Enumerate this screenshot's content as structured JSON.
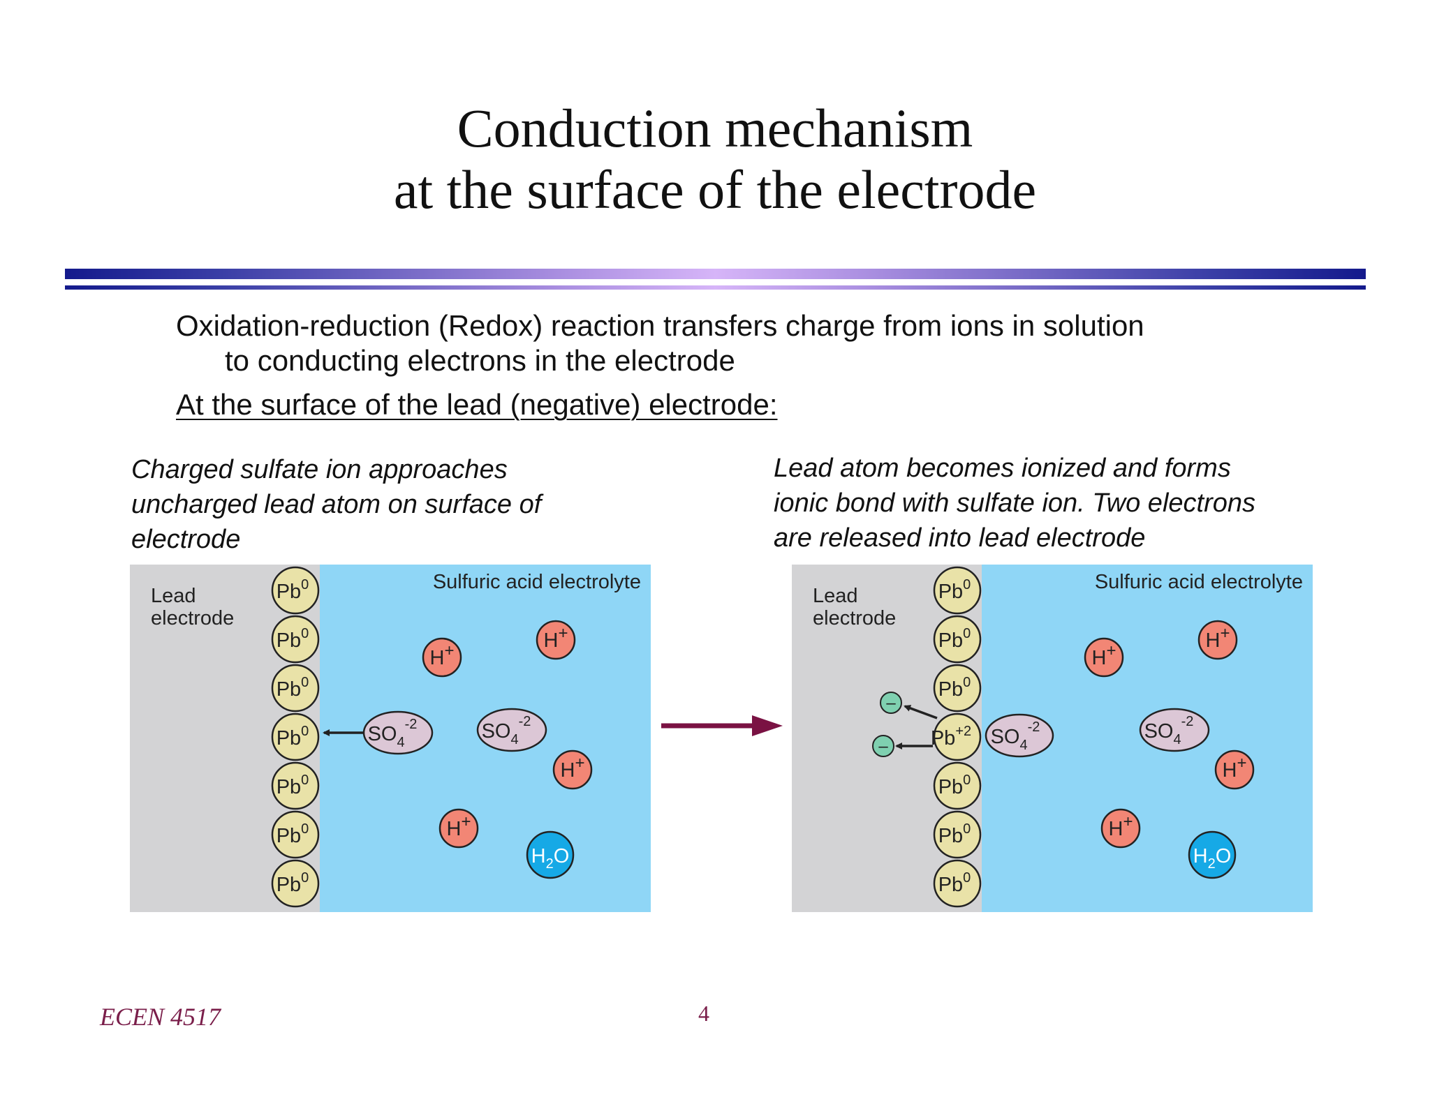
{
  "slide": {
    "title_line1": "Conduction mechanism",
    "title_line2": "at the surface of the electrode",
    "bullet1_line1": "Oxidation-reduction (Redox) reaction transfers charge from ions in solution",
    "bullet1_line2": "to conducting electrons in the electrode",
    "bullet2": "At the surface of the lead (negative) electrode:",
    "caption_left": [
      "Charged sulfate ion approaches",
      "uncharged lead atom on surface of",
      "electrode"
    ],
    "caption_right": [
      "Lead atom becomes ionized and forms",
      "ionic bond with sulfate ion. Two electrons",
      "are released into lead electrode"
    ],
    "footer_course": "ECEN 4517",
    "footer_page": "4"
  },
  "diagram": {
    "electrode_label_line1": "Lead",
    "electrode_label_line2": "electrode",
    "electrolyte_label": "Sulfuric acid electrolyte",
    "pb": "Pb",
    "pb_neutral_sup": "0",
    "pb_ion_sup": "+2",
    "h": "H",
    "h_sup": "+",
    "so4": "SO",
    "so4_sub": "4",
    "so4_sup": "-2",
    "water_h": "H",
    "water_sub": "2",
    "water_o": "O",
    "electron": "–",
    "colors": {
      "electrode": "#d3d3d5",
      "electrolyte": "#8fd6f6",
      "pb_atom": "#e9e2a8",
      "h_ion": "#f28675",
      "sulfate": "#dcc7d6",
      "water": "#16a9e6",
      "electron": "#7fd0b0",
      "transition_arrow": "#7a1243"
    }
  }
}
